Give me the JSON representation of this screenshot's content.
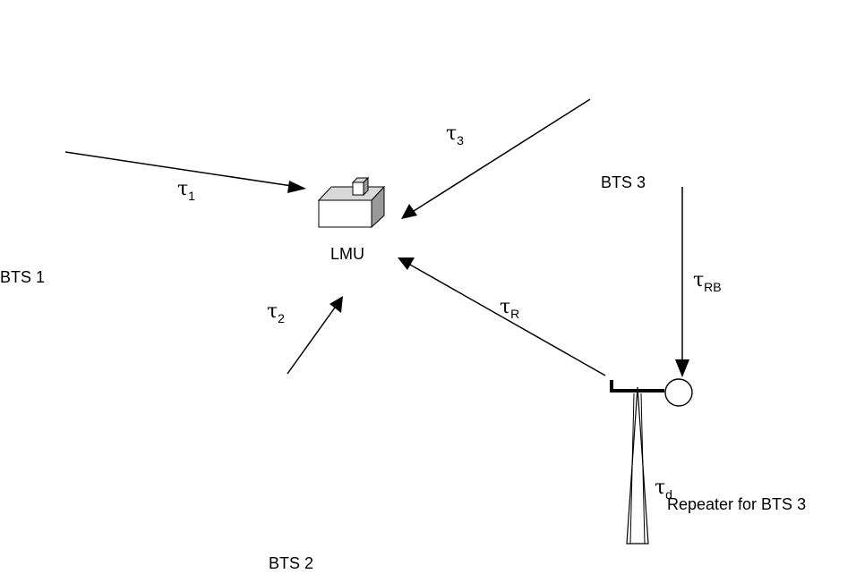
{
  "labels": {
    "bts1": "BTS 1",
    "bts2": "BTS 2",
    "bts3": "BTS 3",
    "lmu": "LMU",
    "repeater": "Repeater for BTS 3"
  },
  "delays": {
    "t1": {
      "symbol": "τ",
      "sub": "1"
    },
    "t2": {
      "symbol": "τ",
      "sub": "2"
    },
    "t3": {
      "symbol": "τ",
      "sub": "3"
    },
    "tR": {
      "symbol": "τ",
      "sub": "R"
    },
    "tRB": {
      "symbol": "τ",
      "sub": "RB"
    },
    "td": {
      "symbol": "τ",
      "sub": "d"
    }
  },
  "icons": {
    "tower": "radio-tower-icon",
    "lmu": "lmu-box-icon",
    "repeater": "repeater-antenna-icon"
  }
}
